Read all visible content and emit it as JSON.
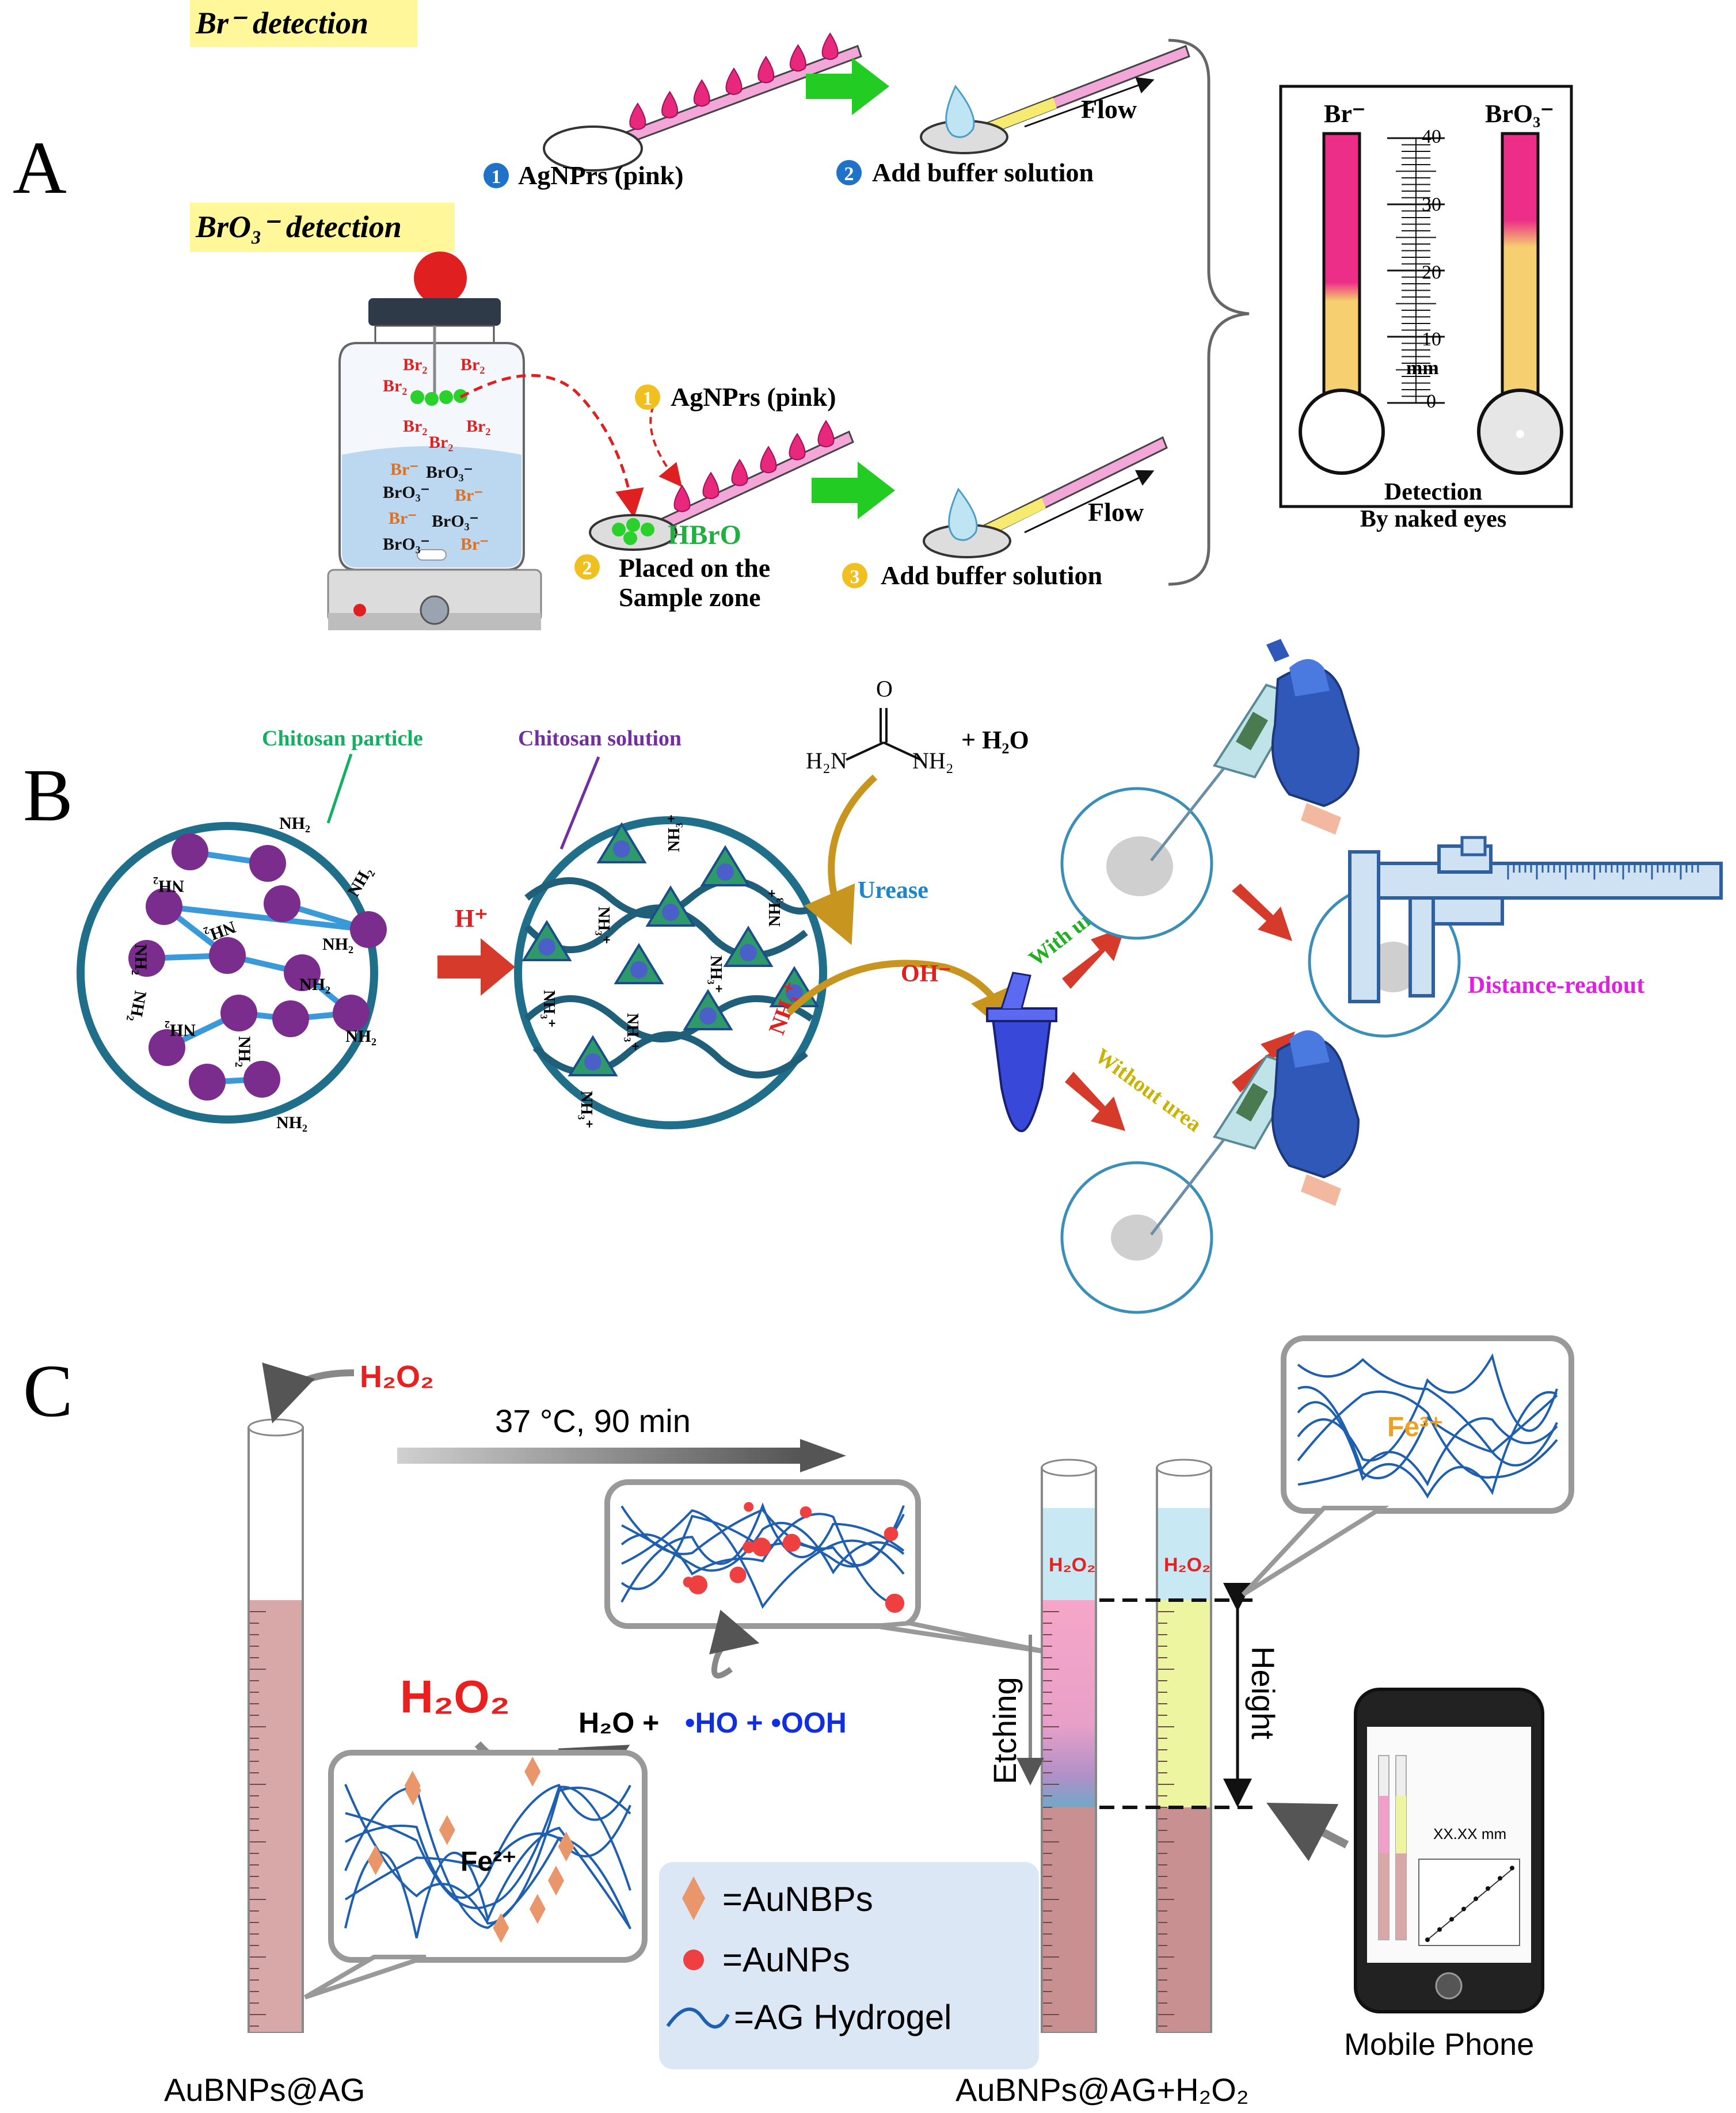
{
  "colors": {
    "pink": "#e8287c",
    "yellow_band": "#f6e96a",
    "green_arrow": "#22cc22",
    "red_arrow": "#d63a2a",
    "teal_circle": "#1f6f8b",
    "purple_particle": "#7b2d8e",
    "chitosan_line": "#3a9ad9",
    "orange_text": "#f0a020",
    "blue_text": "#1010d0",
    "red_text": "#e82020",
    "brown_gel": "#c89090",
    "pink_gel": "#f0a0c0",
    "yellow_gel": "#eef5a0"
  },
  "panel_a": {
    "label": "A",
    "br_title": "Br⁻ detection",
    "bro3_title": "BrO₃⁻ detection",
    "step1_num": "1",
    "step1_label": "AgNPrs (pink)",
    "step2_num": "2",
    "step2_label": "Add buffer solution",
    "flow": "Flow",
    "vessel_labels": [
      "Br₂",
      "Br₂",
      "Br₂",
      "Br₂",
      "Br₂",
      "Br₂",
      "Br⁻",
      "BrO₃⁻",
      "BrO₃⁻",
      "Br⁻",
      "Br⁻",
      "BrO₃⁻",
      "BrO₃⁻",
      "Br⁻"
    ],
    "b_step1_num": "1",
    "b_step1_label": "AgNPrs (pink)",
    "hbro": "HBrO",
    "b_step2_num": "2",
    "b_step2_label_1": "Placed on the",
    "b_step2_label_2": "Sample zone",
    "b_step3_num": "3",
    "b_step3_label": "Add buffer solution",
    "b_flow": "Flow",
    "thermo_left": "Br⁻",
    "thermo_right": "BrO₃⁻",
    "scale_ticks": [
      "40",
      "30",
      "20",
      "10",
      "mm",
      "0"
    ],
    "detect_1": "Detection",
    "detect_2": "By naked eyes"
  },
  "panel_b": {
    "label": "B",
    "chitosan_particle": "Chitosan particle",
    "chitosan_solution": "Chitosan solution",
    "urea_o": "O",
    "urea_h2n": "H₂N",
    "urea_nh2": "NH₂",
    "plus_water": "+ H₂O",
    "h_plus": "H⁺",
    "urease": "Urease",
    "oh_minus": "OH⁻",
    "nh3_plus": "NH₃⁺",
    "with_urea": "With urea",
    "without_urea": "Without urea",
    "distance_readout": "Distance-readout",
    "nh2_labels": [
      "NH₂",
      "NH₂",
      "NH₂",
      "NH₂",
      "NH₂",
      "NH₂",
      "NH₂",
      "NH₂",
      "NH₂",
      "NH₂",
      "NH₂",
      "NH₂"
    ],
    "nh3_labels": [
      "NH₃⁺",
      "NH₃⁺",
      "NH₃⁺",
      "NH₃⁺",
      "NH₃⁺",
      "NH₃⁺",
      "NH₃⁺"
    ]
  },
  "panel_c": {
    "label": "C",
    "h2o2_top": "H₂O₂",
    "condition": "37 °C, 90 min",
    "h2o2_big": "H₂O₂",
    "fe2": "Fe²⁺",
    "reaction_h2o": "H₂O +",
    "reaction_ho": "•HO + •OOH",
    "tube_h2o2_1": "H₂O₂",
    "tube_h2o2_2": "H₂O₂",
    "fe3": "Fe³⁺",
    "etching": "Etching",
    "height": "Height",
    "legend_aunbps": "=AuNBPs",
    "legend_aunps": "=AuNPs",
    "legend_hydrogel": "=AG Hydrogel",
    "phone_readout": "XX.XX mm",
    "mobile_phone": "Mobile Phone",
    "caption_left": "AuBNPs@AG",
    "caption_right": "AuBNPs@AG+H₂O₂"
  }
}
